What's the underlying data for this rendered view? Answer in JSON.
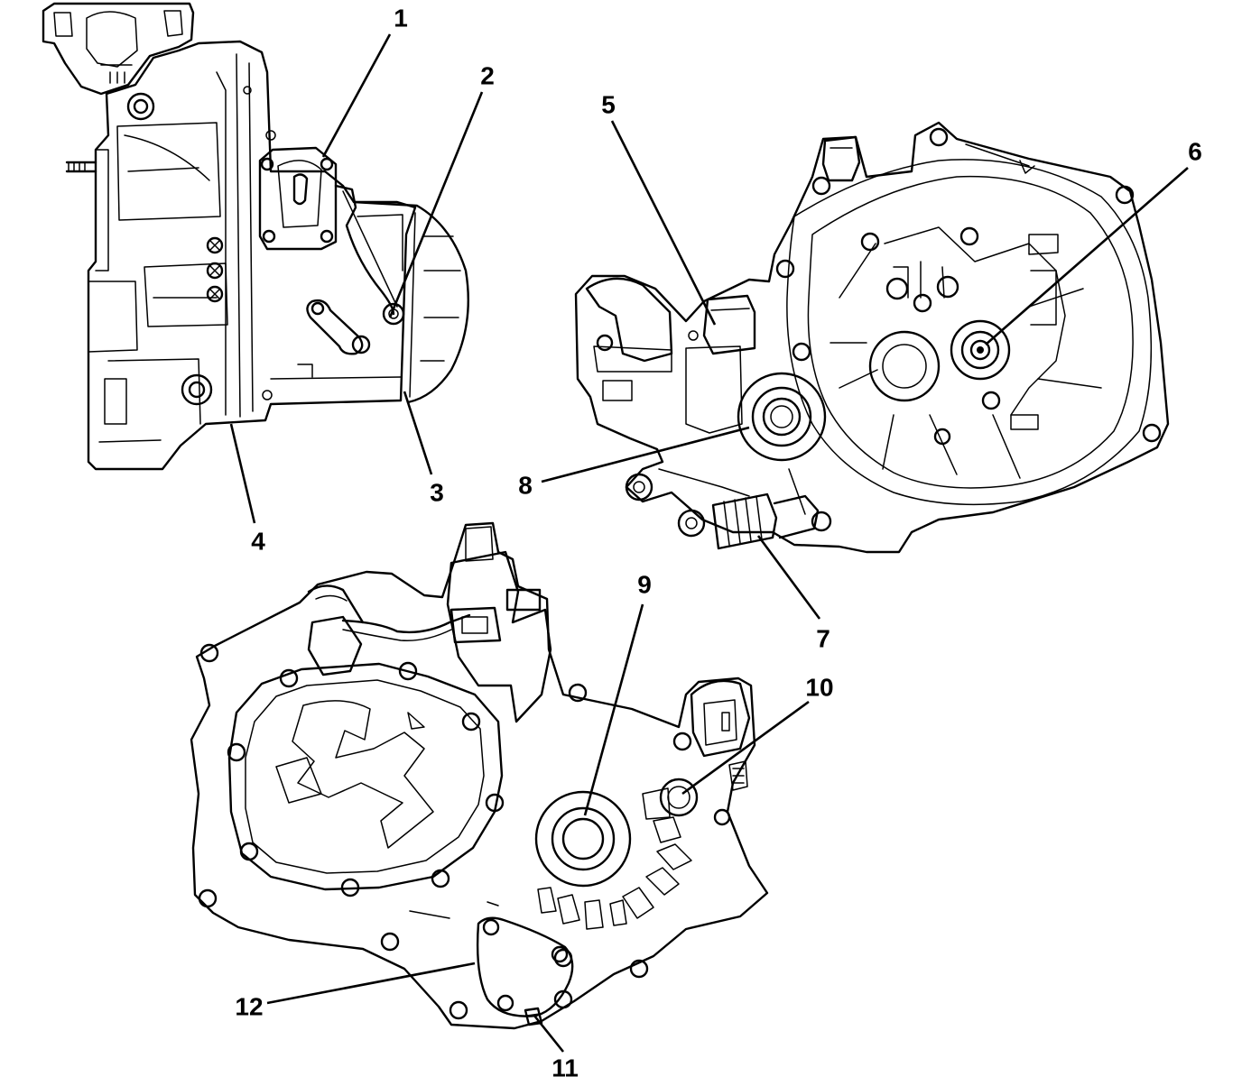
{
  "diagram": {
    "background_color": "#ffffff",
    "ink_color": "#000000",
    "views": [
      {
        "name": "transaxle-side-view"
      },
      {
        "name": "transaxle-clutch-housing-view"
      },
      {
        "name": "transaxle-case-end-view"
      }
    ],
    "callouts": [
      {
        "id": "1",
        "label": "1"
      },
      {
        "id": "2",
        "label": "2"
      },
      {
        "id": "3",
        "label": "3"
      },
      {
        "id": "4",
        "label": "4"
      },
      {
        "id": "5",
        "label": "5"
      },
      {
        "id": "6",
        "label": "6"
      },
      {
        "id": "7",
        "label": "7"
      },
      {
        "id": "8",
        "label": "8"
      },
      {
        "id": "9",
        "label": "9"
      },
      {
        "id": "10",
        "label": "10"
      },
      {
        "id": "11",
        "label": "11"
      },
      {
        "id": "12",
        "label": "12"
      }
    ]
  }
}
